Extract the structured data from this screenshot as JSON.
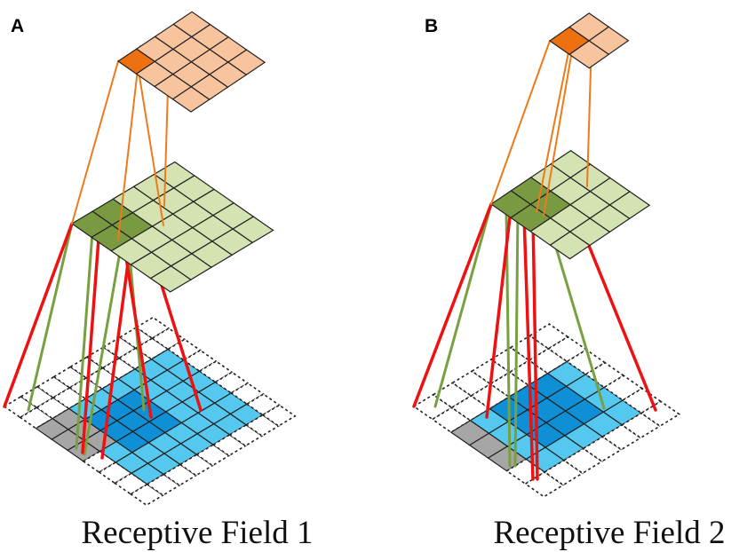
{
  "panels": [
    {
      "label": "A",
      "caption": "Receptive Field 1",
      "top_grid": {
        "cells": 4,
        "highlight": [
          [
            0,
            0
          ]
        ]
      },
      "middle_grid": {
        "cells": 5,
        "highlight": [
          [
            0,
            0
          ],
          [
            0,
            1
          ],
          [
            1,
            0
          ],
          [
            1,
            1
          ]
        ]
      },
      "bottom_grid": {
        "cells": 9,
        "padded": true,
        "gray": [
          [
            2,
            0
          ],
          [
            2,
            1
          ],
          [
            3,
            0
          ],
          [
            3,
            1
          ],
          [
            4,
            0
          ],
          [
            4,
            1
          ]
        ],
        "dark_blue": [
          [
            3,
            2
          ],
          [
            3,
            3
          ],
          [
            4,
            2
          ],
          [
            4,
            3
          ],
          [
            5,
            2
          ],
          [
            5,
            3
          ],
          [
            3,
            4
          ],
          [
            4,
            4
          ],
          [
            5,
            4
          ]
        ]
      }
    },
    {
      "label": "B",
      "caption": "Receptive Field 2",
      "top_grid": {
        "cells": 2,
        "highlight": [
          [
            0,
            0
          ]
        ]
      },
      "middle_grid": {
        "cells": 4,
        "highlight": [
          [
            0,
            0
          ],
          [
            0,
            1
          ],
          [
            1,
            0
          ],
          [
            1,
            1
          ]
        ]
      },
      "bottom_grid": {
        "cells": 7,
        "padded": true,
        "gray": [
          [
            2,
            0
          ],
          [
            3,
            0
          ],
          [
            4,
            0
          ]
        ],
        "dark_blue": [
          [
            2,
            2
          ],
          [
            2,
            3
          ],
          [
            3,
            2
          ],
          [
            3,
            3
          ],
          [
            4,
            2
          ],
          [
            4,
            3
          ],
          [
            2,
            4
          ],
          [
            3,
            4
          ],
          [
            4,
            4
          ]
        ]
      }
    }
  ],
  "colors": {
    "top_fill": "#f8c49e",
    "top_highlight": "#ee7111",
    "middle_fill": "#d5e3b3",
    "middle_highlight": "#7a9a42",
    "bottom_fill": "#55c8f0",
    "bottom_dark": "#0f8fd6",
    "bottom_gray": "#a6a6a6",
    "line_top": "#ee7a1a",
    "line_middle": "#78a040",
    "line_bottom": "#ee1111",
    "grid_stroke": "#222222"
  }
}
